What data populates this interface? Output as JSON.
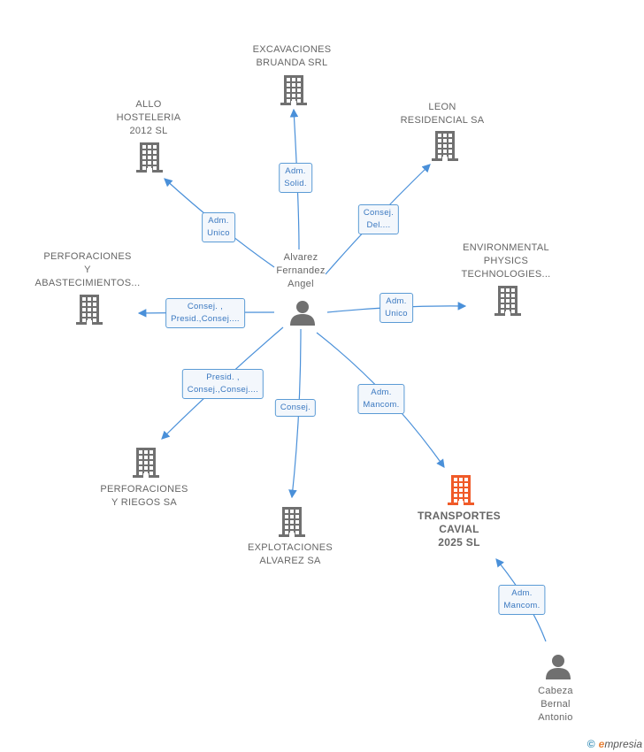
{
  "colors": {
    "edge": "#4a90d9",
    "building": "#707070",
    "building_focus": "#f05a28",
    "person": "#707070",
    "label_border": "#5b9bd5"
  },
  "nodes": [
    {
      "id": "excavaciones",
      "label": "EXCAVACIONES\nBRUANDA SRL",
      "icon": "building-icon"
    },
    {
      "id": "allo",
      "label": "ALLO\nHOSTELERIA\n2012 SL",
      "icon": "building-icon"
    },
    {
      "id": "leon",
      "label": "LEON\nRESIDENCIAL SA",
      "icon": "building-icon"
    },
    {
      "id": "perforaciones_y",
      "label": "PERFORACIONES\nY\nABASTECIMIENTOS...",
      "icon": "building-icon"
    },
    {
      "id": "environmental",
      "label": "ENVIRONMENTAL\nPHYSICS\nTECHNOLOGIES...",
      "icon": "building-icon"
    },
    {
      "id": "alvarez",
      "label": "Alvarez\nFernandez\nAngel",
      "icon": "person-icon"
    },
    {
      "id": "perforaciones_riegos",
      "label": "PERFORACIONES\nY RIEGOS SA",
      "icon": "building-icon"
    },
    {
      "id": "explotaciones",
      "label": "EXPLOTACIONES\nALVAREZ SA",
      "icon": "building-icon"
    },
    {
      "id": "transportes",
      "label": "TRANSPORTES\nCAVIAL\n2025 SL",
      "icon": "building-icon",
      "focus": true
    },
    {
      "id": "cabeza",
      "label": "Cabeza\nBernal\nAntonio",
      "icon": "person-icon"
    }
  ],
  "edges": [
    {
      "id": "e-excavaciones",
      "label": "Adm.\nSolid."
    },
    {
      "id": "e-allo",
      "label": "Adm.\nUnico"
    },
    {
      "id": "e-leon",
      "label": "Consej.\nDel...."
    },
    {
      "id": "e-perforaciones-y",
      "label": "Consej. ,\nPresid.,Consej...."
    },
    {
      "id": "e-environmental",
      "label": "Adm.\nUnico"
    },
    {
      "id": "e-perforaciones-riegos",
      "label": "Presid. ,\nConsej.,Consej...."
    },
    {
      "id": "e-explotaciones",
      "label": "Consej."
    },
    {
      "id": "e-transportes",
      "label": "Adm.\nMancom."
    },
    {
      "id": "e-cabeza-transportes",
      "label": "Adm.\nMancom."
    }
  ],
  "footer": {
    "copyright": "©",
    "brand_initial": "e",
    "brand_rest": "mpresia"
  }
}
